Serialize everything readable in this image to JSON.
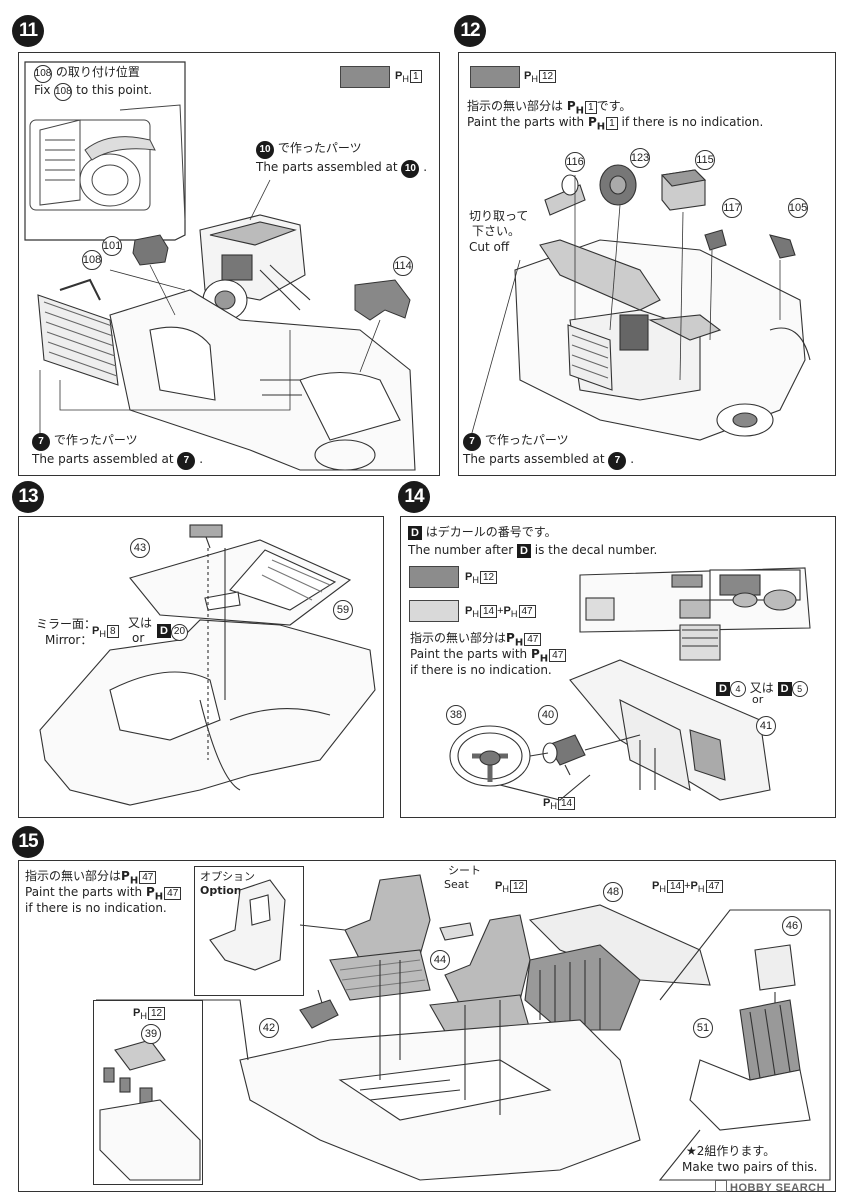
{
  "step11": {
    "num": "11",
    "inset_line1": "の取り付け位置",
    "inset_num": "108",
    "inset_line2": "Fix",
    "inset_line2b": "to this point.",
    "paint_ph": "PH",
    "paint_code": "1",
    "assembled10_ja": "で作ったパーツ",
    "assembled10_en": "The parts assembled at",
    "assembled10_num": "10",
    "assembled7_ja": "で作ったパーツ",
    "assembled7_en": "The parts assembled at",
    "assembled7_num": "7",
    "parts": [
      "101",
      "108",
      "114"
    ]
  },
  "step12": {
    "num": "12",
    "paint_code": "12",
    "note_ja": "指示の無い部分は",
    "note_ja_code": "1",
    "note_ja_end": "です。",
    "note_en": "Paint the parts with",
    "note_en_end": "if there is no indication.",
    "cut_ja1": "切り取って",
    "cut_ja2": "下さい。",
    "cut_en": "Cut off",
    "assembled7_ja": "で作ったパーツ",
    "assembled7_en": "The parts assembled at",
    "assembled7_num": "7",
    "parts": [
      "116",
      "123",
      "115",
      "117",
      "105"
    ]
  },
  "step13": {
    "num": "13",
    "mirror_ja": "ミラー面",
    "mirror_en": "Mirror",
    "mirror_code": "8",
    "or_ja": "又は",
    "or_en": "or",
    "decal": "20",
    "parts": [
      "43",
      "59"
    ]
  },
  "step14": {
    "num": "14",
    "decal_note_ja": "はデカールの番号です。",
    "decal_note_en1": "The number after",
    "decal_note_en2": "is the decal number.",
    "d_letter": "D",
    "code_dark": "12",
    "code_light_a": "14",
    "code_light_b": "47",
    "note_ja": "指示の無い部分は",
    "note_ja_code": "47",
    "note_en": "Paint the parts with",
    "note_en_code": "47",
    "note_en2": "if there is no indication.",
    "decal_a": "4",
    "decal_b": "5",
    "or_ja": "又は",
    "or_en": "or",
    "wheel_code": "14",
    "parts": [
      "38",
      "40",
      "41"
    ]
  },
  "step15": {
    "num": "15",
    "note_ja": "指示の無い部分は",
    "note_ja_code": "47",
    "note_en": "Paint the parts with",
    "note_en_code": "47",
    "note_en2": "if there is no indication.",
    "option_ja": "オプション",
    "option_en": "Option",
    "seat_ja": "シート",
    "seat_en": "Seat",
    "code_seat": "12",
    "code_a": "14",
    "code_b": "47",
    "code_pedal": "12",
    "two_pairs_ja": "★2組作ります。",
    "two_pairs_en": "Make two pairs of this.",
    "parts": [
      "44",
      "48",
      "46",
      "42",
      "51",
      "39"
    ]
  },
  "common": {
    "ph": "P",
    "ph_sub": "H",
    "plus": "+"
  },
  "watermark": "HOBBY SEARCH"
}
